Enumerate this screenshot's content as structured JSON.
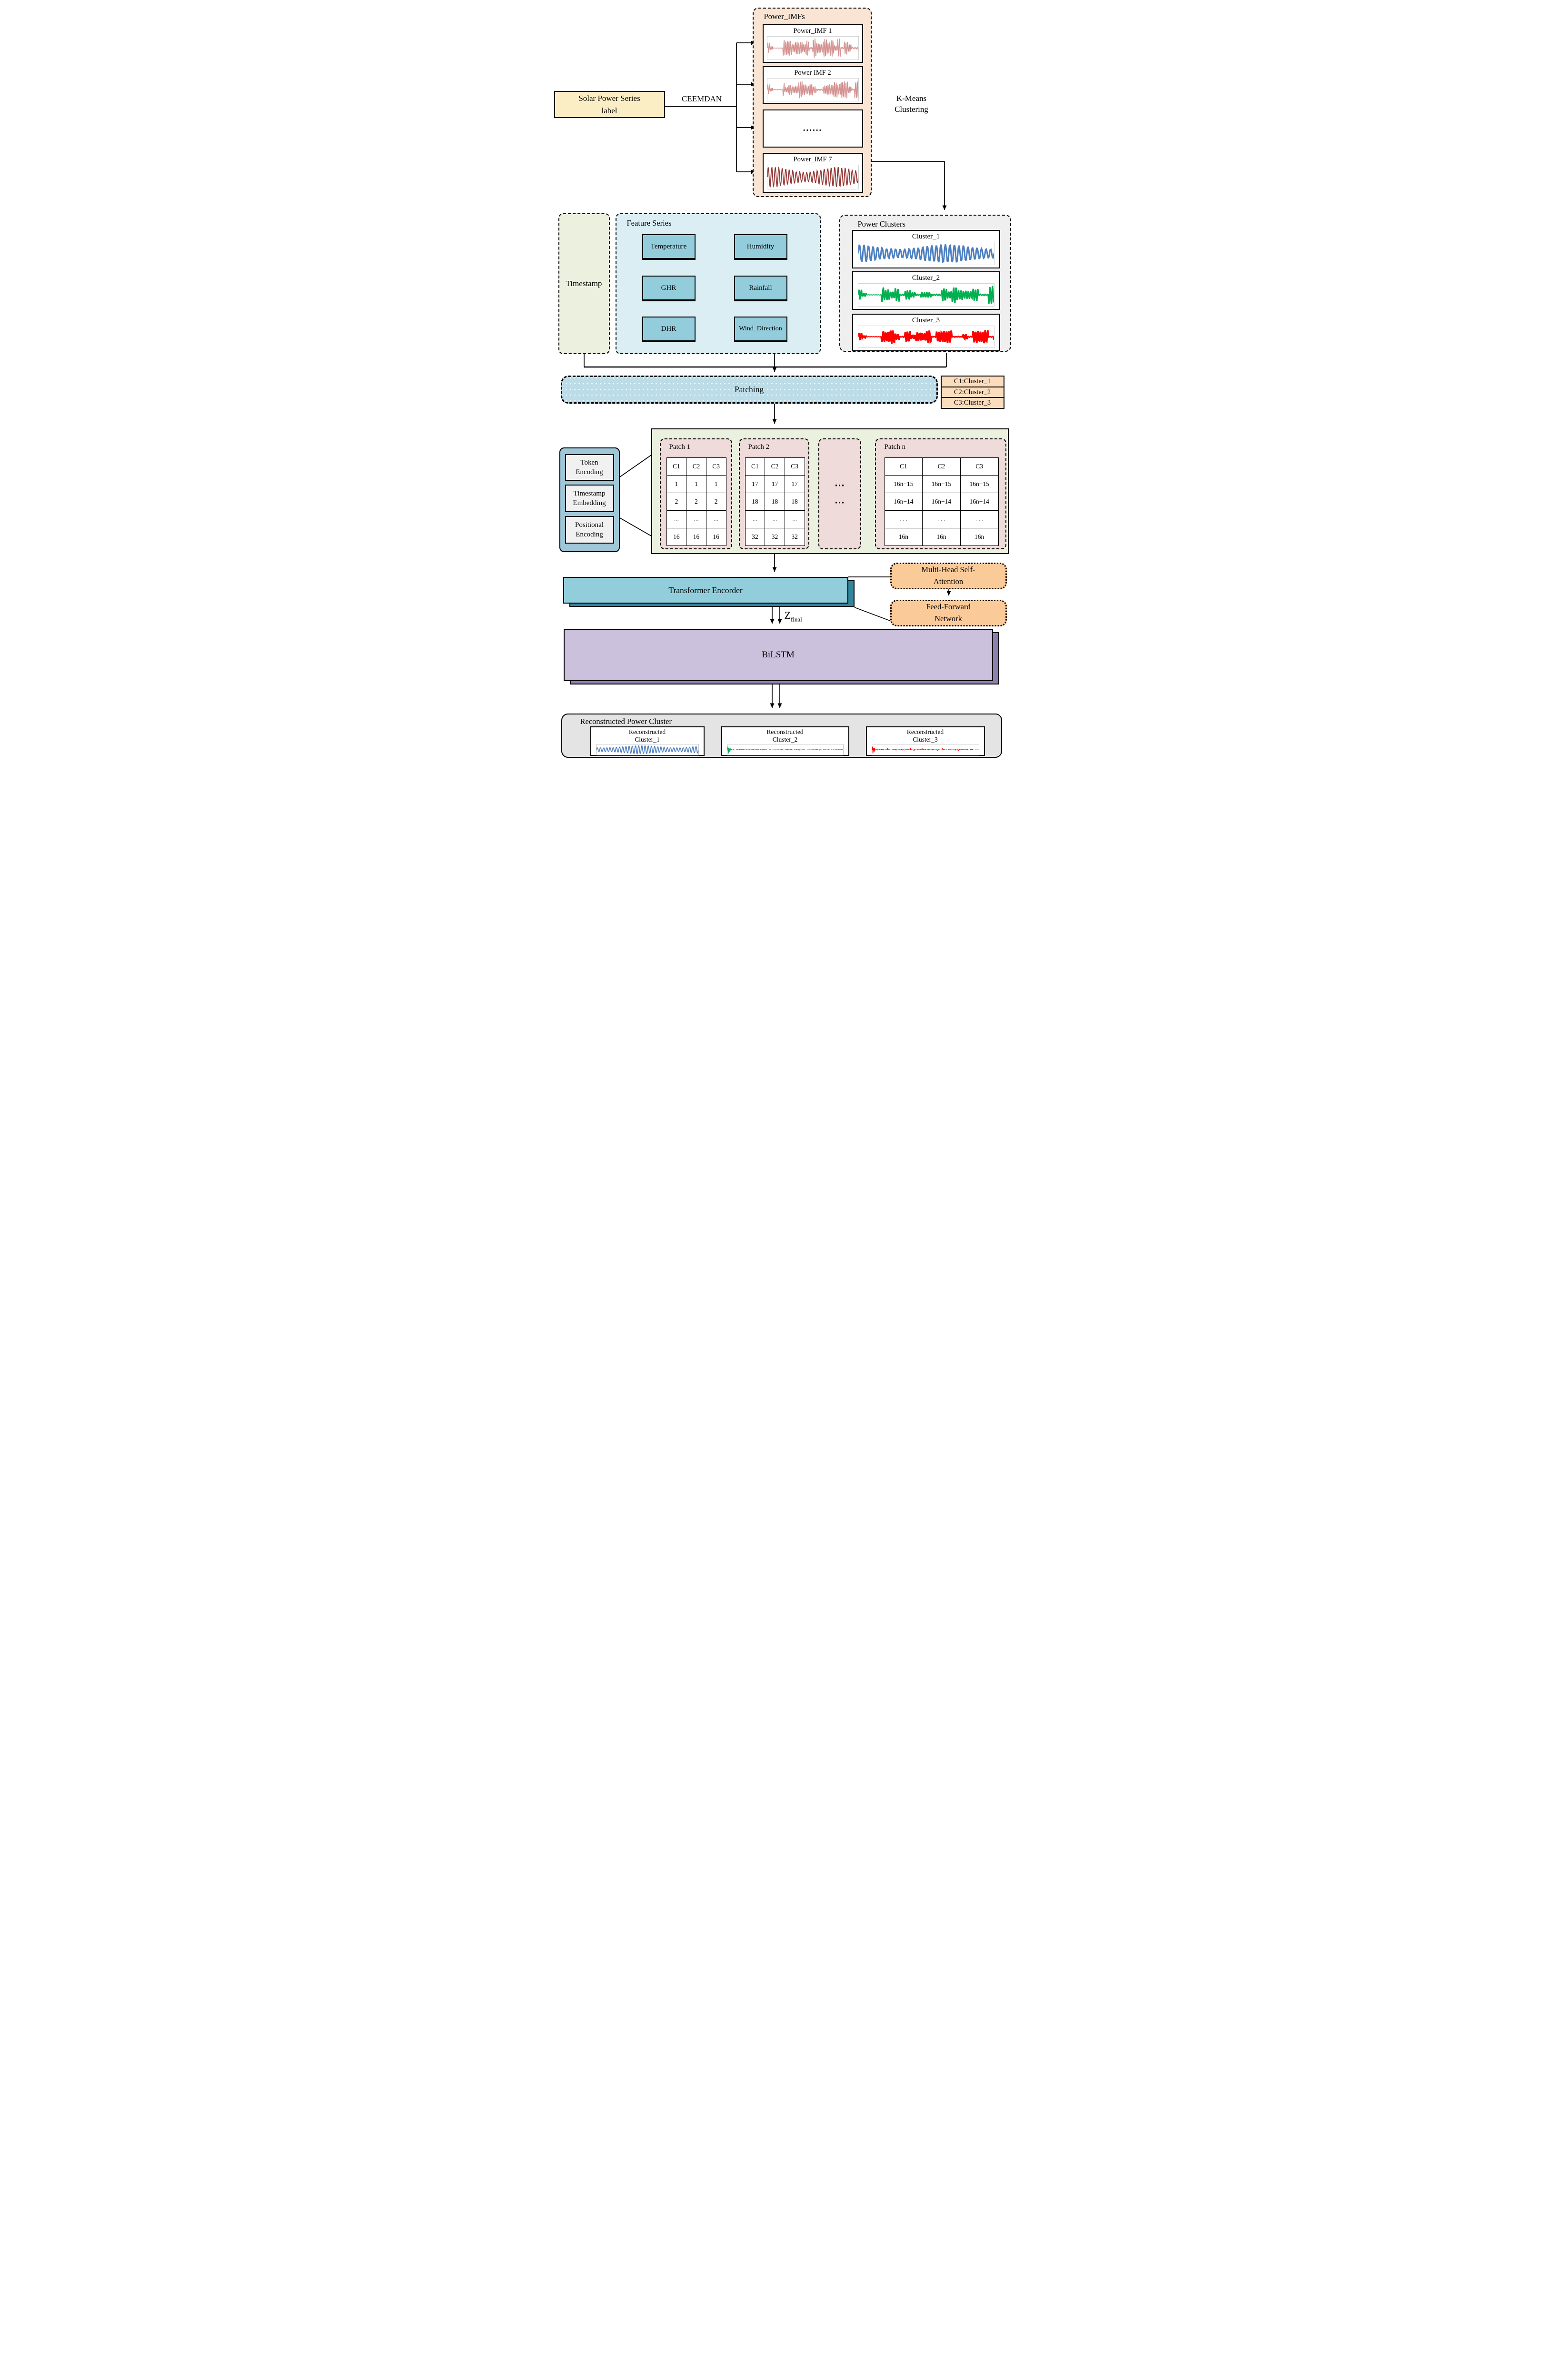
{
  "solar_box": {
    "line1": "Solar Power Series",
    "line2": "label"
  },
  "labels": {
    "ceemdan": "CEEMDAN",
    "kmeans1": "K-Means",
    "kmeans2": "Clustering",
    "z_base": "Z",
    "z_sub": "final"
  },
  "power_imfs": {
    "title": "Power_IMFs",
    "imf1": "Power_IMF 1",
    "imf2": "Power IMF 2",
    "dots": "......",
    "imf7": "Power_IMF 7"
  },
  "timestamp_label": "Timestamp",
  "feature_series": {
    "title": "Feature Series",
    "items": [
      "Temperature",
      "Humidity",
      "GHR",
      "Rainfall",
      "DHR",
      "Wind_Direction"
    ]
  },
  "power_clusters": {
    "title": "Power Clusters",
    "c1": "Cluster_1",
    "c2": "Cluster_2",
    "c3": "Cluster_3"
  },
  "patching_label": "Patching",
  "legend": [
    "C1:Cluster_1",
    "C2:Cluster_2",
    "C3:Cluster_3"
  ],
  "encoders": {
    "token": [
      "Token",
      "Encoding"
    ],
    "timestamp": [
      "Timestamp",
      "Embedding"
    ],
    "positional": [
      "Positional",
      "Encoding"
    ]
  },
  "patches": {
    "patch1": {
      "title": "Patch 1",
      "header": [
        "C1",
        "C2",
        "C3"
      ],
      "rows": [
        [
          "1",
          "1",
          "1"
        ],
        [
          "2",
          "2",
          "2"
        ],
        [
          "...",
          "...",
          "..."
        ],
        [
          "16",
          "16",
          "16"
        ]
      ]
    },
    "patch2": {
      "title": "Patch 2",
      "header": [
        "C1",
        "C2",
        "C3"
      ],
      "rows": [
        [
          "17",
          "17",
          "17"
        ],
        [
          "18",
          "18",
          "18"
        ],
        [
          "...",
          "...",
          "..."
        ],
        [
          "32",
          "32",
          "32"
        ]
      ]
    },
    "ellipsis": [
      "⋯",
      "⋯"
    ],
    "patchn": {
      "title": "Patch n",
      "header": [
        "C1",
        "C2",
        "C3"
      ],
      "rows": [
        [
          "16n−15",
          "16n−15",
          "16n−15"
        ],
        [
          "16n−14",
          "16n−14",
          "16n−14"
        ],
        [
          ". . .",
          ". . .",
          ". . ."
        ],
        [
          "16n",
          "16n",
          "16n"
        ]
      ]
    }
  },
  "transformer_label": "Transformer Encorder",
  "attention": {
    "mhsa": [
      "Multi-Head Self-",
      "Attention"
    ],
    "ffn": [
      "Feed-Forward",
      "Network"
    ]
  },
  "bilstm_label": "BiLSTM",
  "reconstructed": {
    "title": "Reconstructed Power Cluster",
    "items": [
      [
        "Reconstructed",
        "Cluster_1"
      ],
      [
        "Reconstructed",
        "Cluster_2"
      ],
      [
        "Reconstructed",
        "Cluster_3"
      ]
    ]
  },
  "colors": {
    "imf_pink": "#D49391",
    "imf_dark_red": "#943634",
    "cluster1_blue": "#4C7FC0",
    "cluster2_green": "#00B050",
    "cluster3_red": "#FF0000",
    "teal_accent": "#92CDDC",
    "teal_shadow": "#31859C",
    "purple_accent": "#CCC1DC",
    "purple_shadow": "#8E7FAF",
    "peach_accent": "#FBCA99"
  },
  "waveforms": {
    "imf1": {
      "style": "bursts",
      "color": "#D49391",
      "seed": 3,
      "amp": 1,
      "sw": 1.7
    },
    "imf2": {
      "style": "bursts",
      "color": "#D49391",
      "seed": 7,
      "amp": 1,
      "sw": 1.7
    },
    "imf7": {
      "style": "sine",
      "color": "#943634",
      "seed": 1,
      "cycles": 26,
      "sw": 1.9
    },
    "cluster1": {
      "style": "sine",
      "color": "#4C7FC0",
      "seed": 2,
      "cycles": 30,
      "sw": 2.2
    },
    "cluster2": {
      "style": "bursts",
      "color": "#00B050",
      "seed": 11,
      "amp": 1,
      "sw": 2.2
    },
    "cluster3": {
      "style": "bursts",
      "color": "#FF0000",
      "seed": 5,
      "amp": 0.75,
      "sw": 2.6
    },
    "rec1": {
      "style": "sine",
      "color": "#4C7FC0",
      "seed": 4,
      "cycles": 32,
      "sw": 1.6
    },
    "rec2": {
      "style": "spike",
      "color": "#00B050",
      "seed": 6,
      "sw": 1.4
    },
    "rec3": {
      "style": "spike",
      "color": "#FF0000",
      "seed": 9,
      "bumps": true,
      "sw": 1.4
    }
  }
}
